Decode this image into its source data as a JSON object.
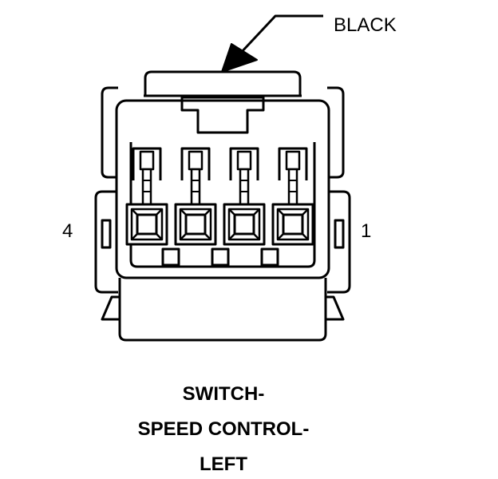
{
  "callout": {
    "label": "BLACK"
  },
  "pins": {
    "left": "4",
    "right": "1"
  },
  "caption": {
    "line1": "SWITCH-",
    "line2": "SPEED CONTROL-",
    "line3": "LEFT"
  },
  "colors": {
    "ink": "#000000",
    "background": "#ffffff"
  }
}
